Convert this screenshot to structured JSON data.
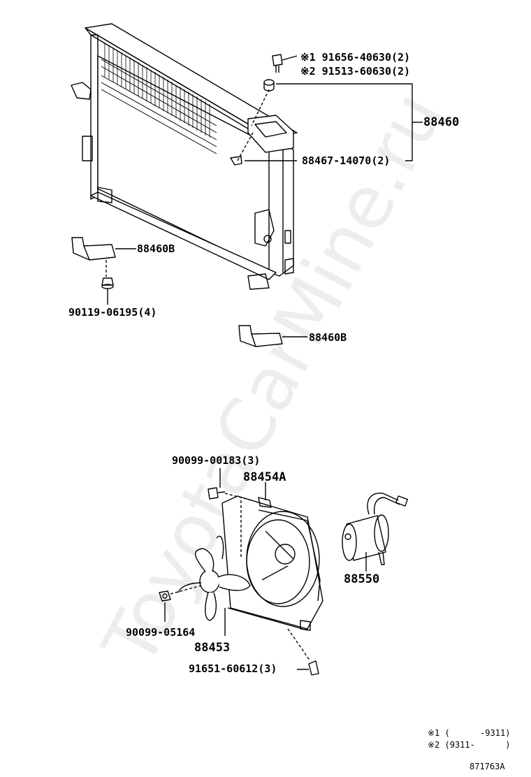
{
  "watermark": "ToyotaCarMine.ru",
  "top_section": {
    "part_bolt_1": "※1 91656-40630(2)",
    "part_bolt_2": "※2 91513-60630(2)",
    "part_condenser_assy": "88460",
    "part_pin": "88467-14070(2)",
    "part_bracket_left": "88460B",
    "part_bolt_lower": "90119-06195(4)",
    "part_bracket_right": "88460B"
  },
  "bottom_section": {
    "part_screw_top": "90099-00183(3)",
    "part_shroud": "88454A",
    "part_motor": "88550",
    "part_nut": "90099-05164",
    "part_fan": "88453",
    "part_screw_bottom": "91651-60612(3)"
  },
  "footnotes": {
    "note_1": "※1 (      -9311)",
    "note_2": "※2 (9311-      )"
  },
  "diagram_id": "871763A"
}
